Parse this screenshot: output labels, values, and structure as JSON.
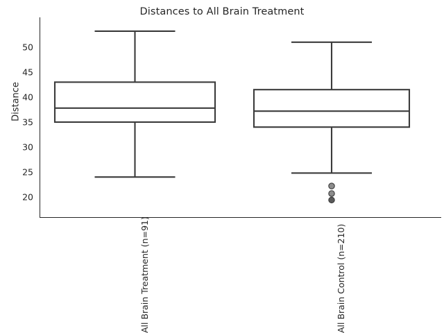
{
  "chart_data": {
    "type": "box",
    "title": "Distances to All Brain Treatment",
    "xlabel": "",
    "ylabel": "Distance",
    "ylim": [
      18.5,
      55
    ],
    "yticks": [
      20,
      25,
      30,
      35,
      40,
      45,
      50
    ],
    "ytick_labels": [
      "20",
      "25",
      "30",
      "35",
      "40",
      "45",
      "50"
    ],
    "grid": false,
    "legend": "none",
    "categories": [
      "All Brain Treatment (n=91)",
      "All Brain Control (n=210)"
    ],
    "boxes": [
      {
        "label": "All Brain Treatment (n=91)",
        "whisker_low": 24.0,
        "q1": 35.0,
        "median": 37.8,
        "q3": 43.0,
        "whisker_high": 53.2,
        "outliers": []
      },
      {
        "label": "All Brain Control (n=210)",
        "whisker_low": 24.8,
        "q1": 34.0,
        "median": 37.2,
        "q3": 41.5,
        "whisker_high": 51.0,
        "outliers": [
          22.2,
          20.7,
          19.4
        ]
      }
    ],
    "colors": {
      "line": "#3b3b3b",
      "axis": "#262626",
      "text": "#262626",
      "outlier_light": "#8c8c8c",
      "outlier_dark": "#595959",
      "background": "#ffffff"
    }
  }
}
